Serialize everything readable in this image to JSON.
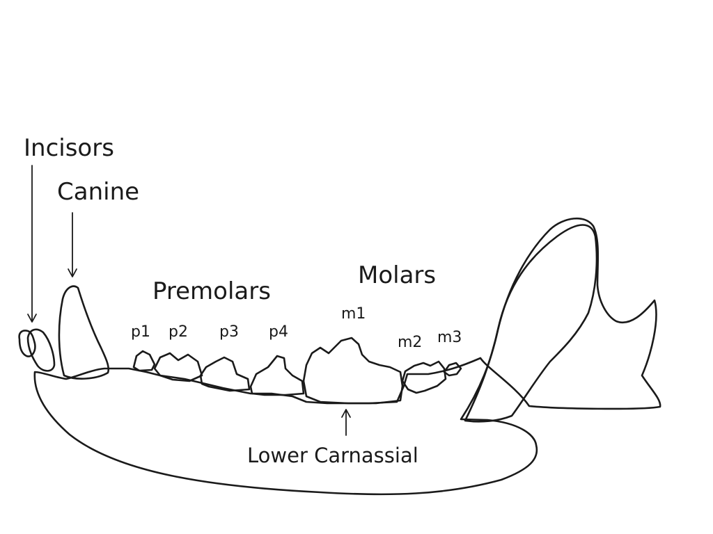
{
  "labels": {
    "incisors": "Incisors",
    "canine": "Canine",
    "premolars": "Premolars",
    "molars": "Molars",
    "p1": "p1",
    "p2": "p2",
    "p3": "p3",
    "p4": "p4",
    "m1": "m1",
    "m2": "m2",
    "m3": "m3",
    "lower_carnassial": "Lower Carnassial"
  }
}
